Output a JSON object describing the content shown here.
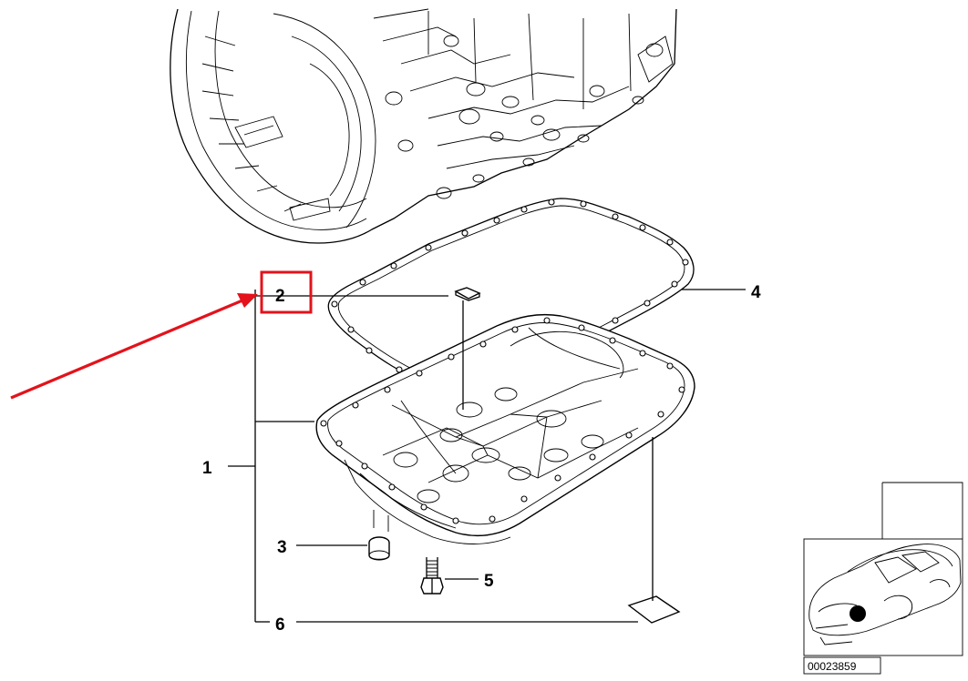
{
  "diagram": {
    "callouts": [
      {
        "id": "1",
        "label": "1"
      },
      {
        "id": "2",
        "label": "2"
      },
      {
        "id": "3",
        "label": "3"
      },
      {
        "id": "4",
        "label": "4"
      },
      {
        "id": "5",
        "label": "5"
      },
      {
        "id": "6",
        "label": "6"
      }
    ],
    "highlight": {
      "callout": "2",
      "color": "#e3121b"
    },
    "arrow": {
      "color": "#e3121b"
    },
    "thumbnail": {
      "doc_number": "00023859",
      "marker_color": "#000000"
    }
  }
}
